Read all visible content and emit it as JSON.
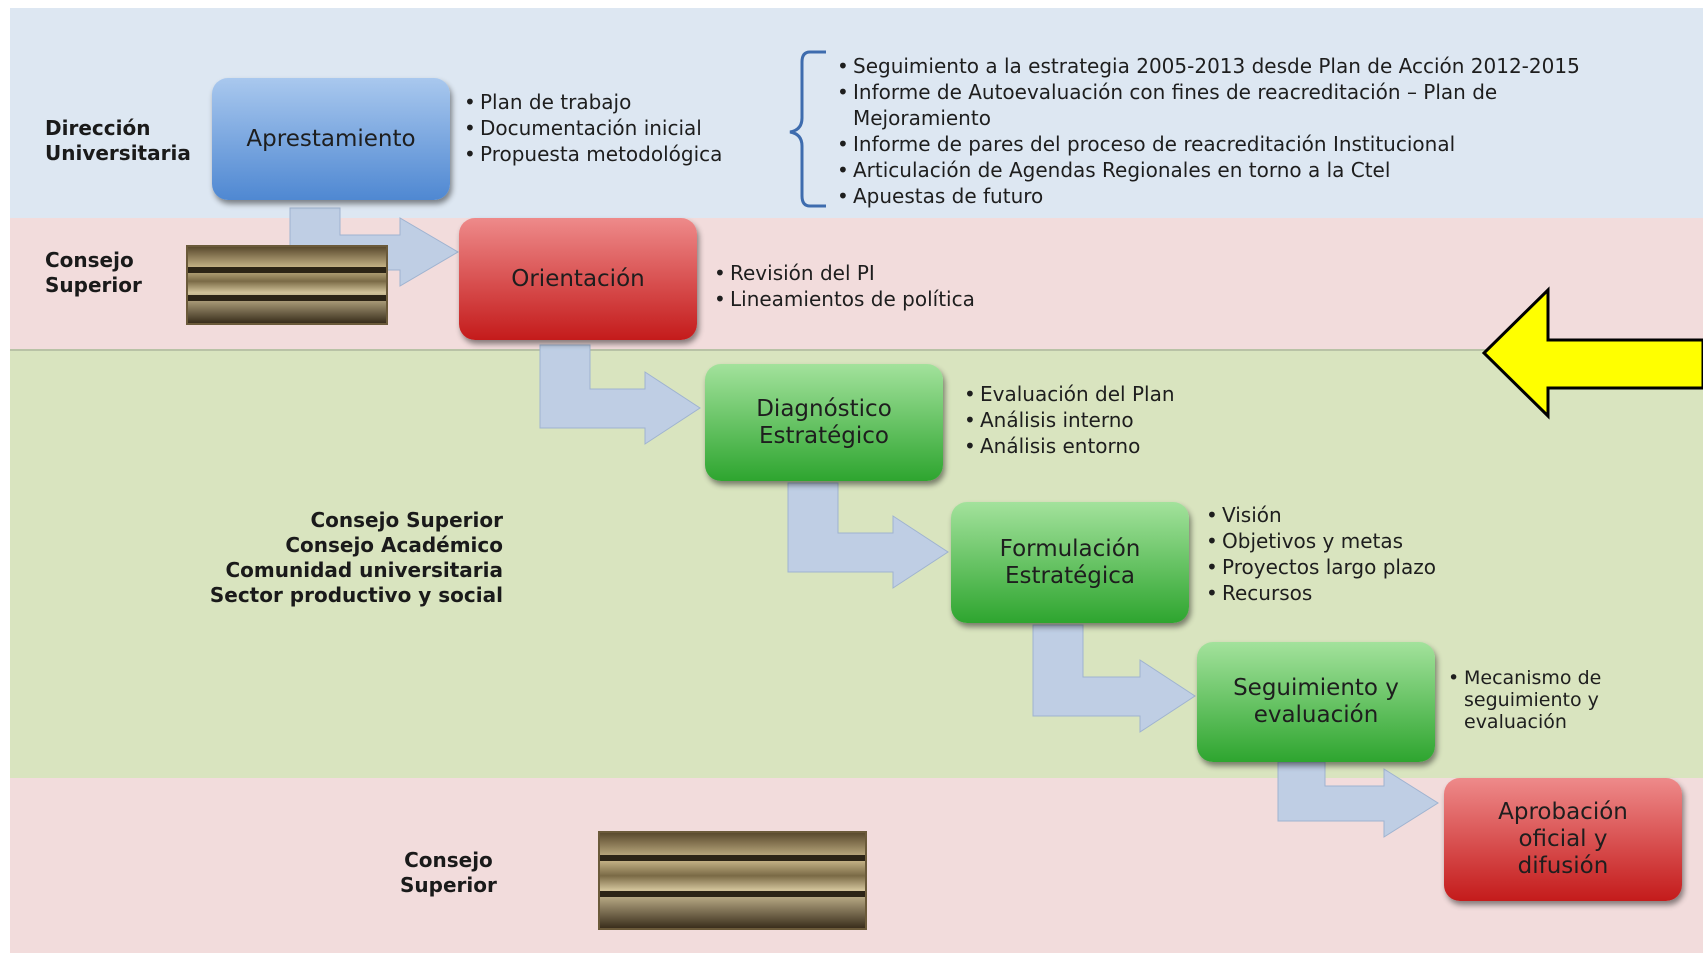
{
  "colors": {
    "band_blue": "#dde7f2",
    "band_red": "#f2dcdc",
    "band_green": "#d9e4bf",
    "box_blue": "#4f88d2",
    "box_red": "#c41b1b",
    "box_green": "#2ea52f",
    "arrow": "#bfcee4",
    "highlight_arrow": "#ffff00"
  },
  "lanes": {
    "direccion": "Dirección\nUniversitaria",
    "consejo_top": "Consejo\nSuperior",
    "green_group": "Consejo Superior\nConsejo Académico\nComunidad universitaria\nSector productivo y social",
    "consejo_bottom": "Consejo\nSuperior"
  },
  "steps": {
    "apre": {
      "label": "Aprestamiento",
      "items": [
        "Plan de trabajo",
        "Documentación inicial",
        "Propuesta metodológica"
      ]
    },
    "ori": {
      "label": "Orientación",
      "items": [
        "Revisión del PI",
        "Lineamientos de política"
      ]
    },
    "diag": {
      "label": "Diagnóstico\nEstratégico",
      "items": [
        "Evaluación del Plan",
        "Análisis interno",
        "Análisis entorno"
      ]
    },
    "form": {
      "label": "Formulación\nEstratégica",
      "items": [
        "Visión",
        "Objetivos y metas",
        "Proyectos largo plazo",
        "Recursos"
      ]
    },
    "seg": {
      "label": "Seguimiento y\nevaluación",
      "items": [
        "Mecanismo de\nseguimiento y\nevaluación"
      ]
    },
    "apro": {
      "label": "Aprobación\noficial y\ndifusión"
    }
  },
  "brace_items": [
    "Seguimiento a la estrategia 2005-2013 desde Plan de Acción 2012-2015",
    "Informe de Autoevaluación con fines de reacreditación – Plan de\nMejoramiento",
    "Informe de pares del proceso de reacreditación Institucional",
    "Articulación de Agendas  Regionales en torno a la Ctel",
    "Apuestas de futuro"
  ],
  "icons": {
    "photo": "meeting-room-photo",
    "highlight": "yellow-left-arrow-icon"
  }
}
